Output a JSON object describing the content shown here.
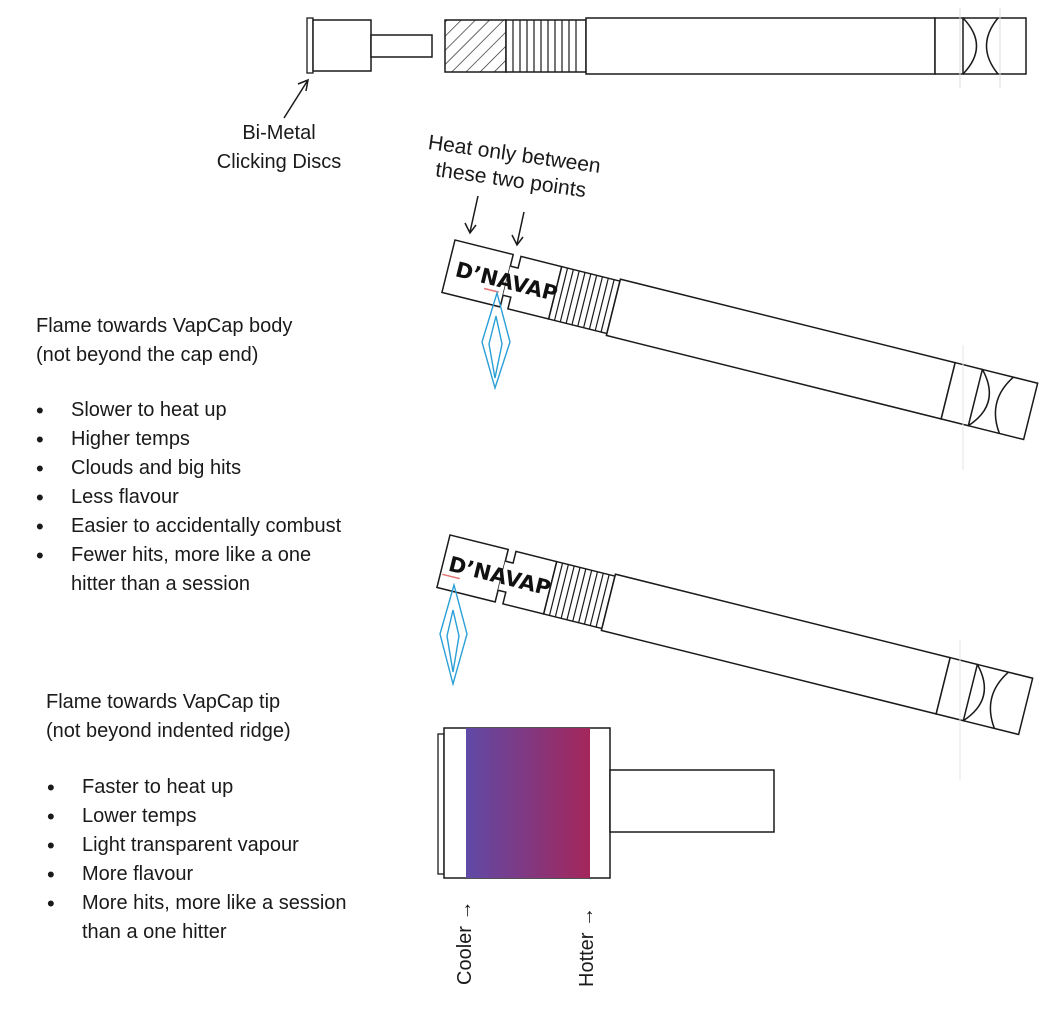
{
  "labels": {
    "bimetal_line1": "Bi-Metal",
    "bimetal_line2": "Clicking Discs",
    "heat_line1": "Heat only between",
    "heat_line2": "these two points",
    "brand": "D’NAVAP",
    "cooler": "Cooler →",
    "hotter": "Hotter →"
  },
  "sections": [
    {
      "heading_line1": "Flame towards VapCap body",
      "heading_line2": "(not beyond the cap end)",
      "bullets": [
        "Slower to heat up",
        "Higher temps",
        "Clouds and big hits",
        "Less flavour",
        "Easier to accidentally combust",
        "Fewer hits, more like a one",
        "hitter than a session"
      ]
    },
    {
      "heading_line1": "Flame towards VapCap tip",
      "heading_line2": "(not beyond indented ridge)",
      "bullets": [
        "Faster to heat up",
        "Lower temps",
        "Light transparent vapour",
        "More flavour",
        "More hits, more like a session",
        "than a one hitter"
      ]
    }
  ],
  "colors": {
    "line": "#1a1a1a",
    "flame": "#2a9fd6",
    "gradient_cool": "#5f4aa6",
    "gradient_hot": "#a4265a"
  }
}
